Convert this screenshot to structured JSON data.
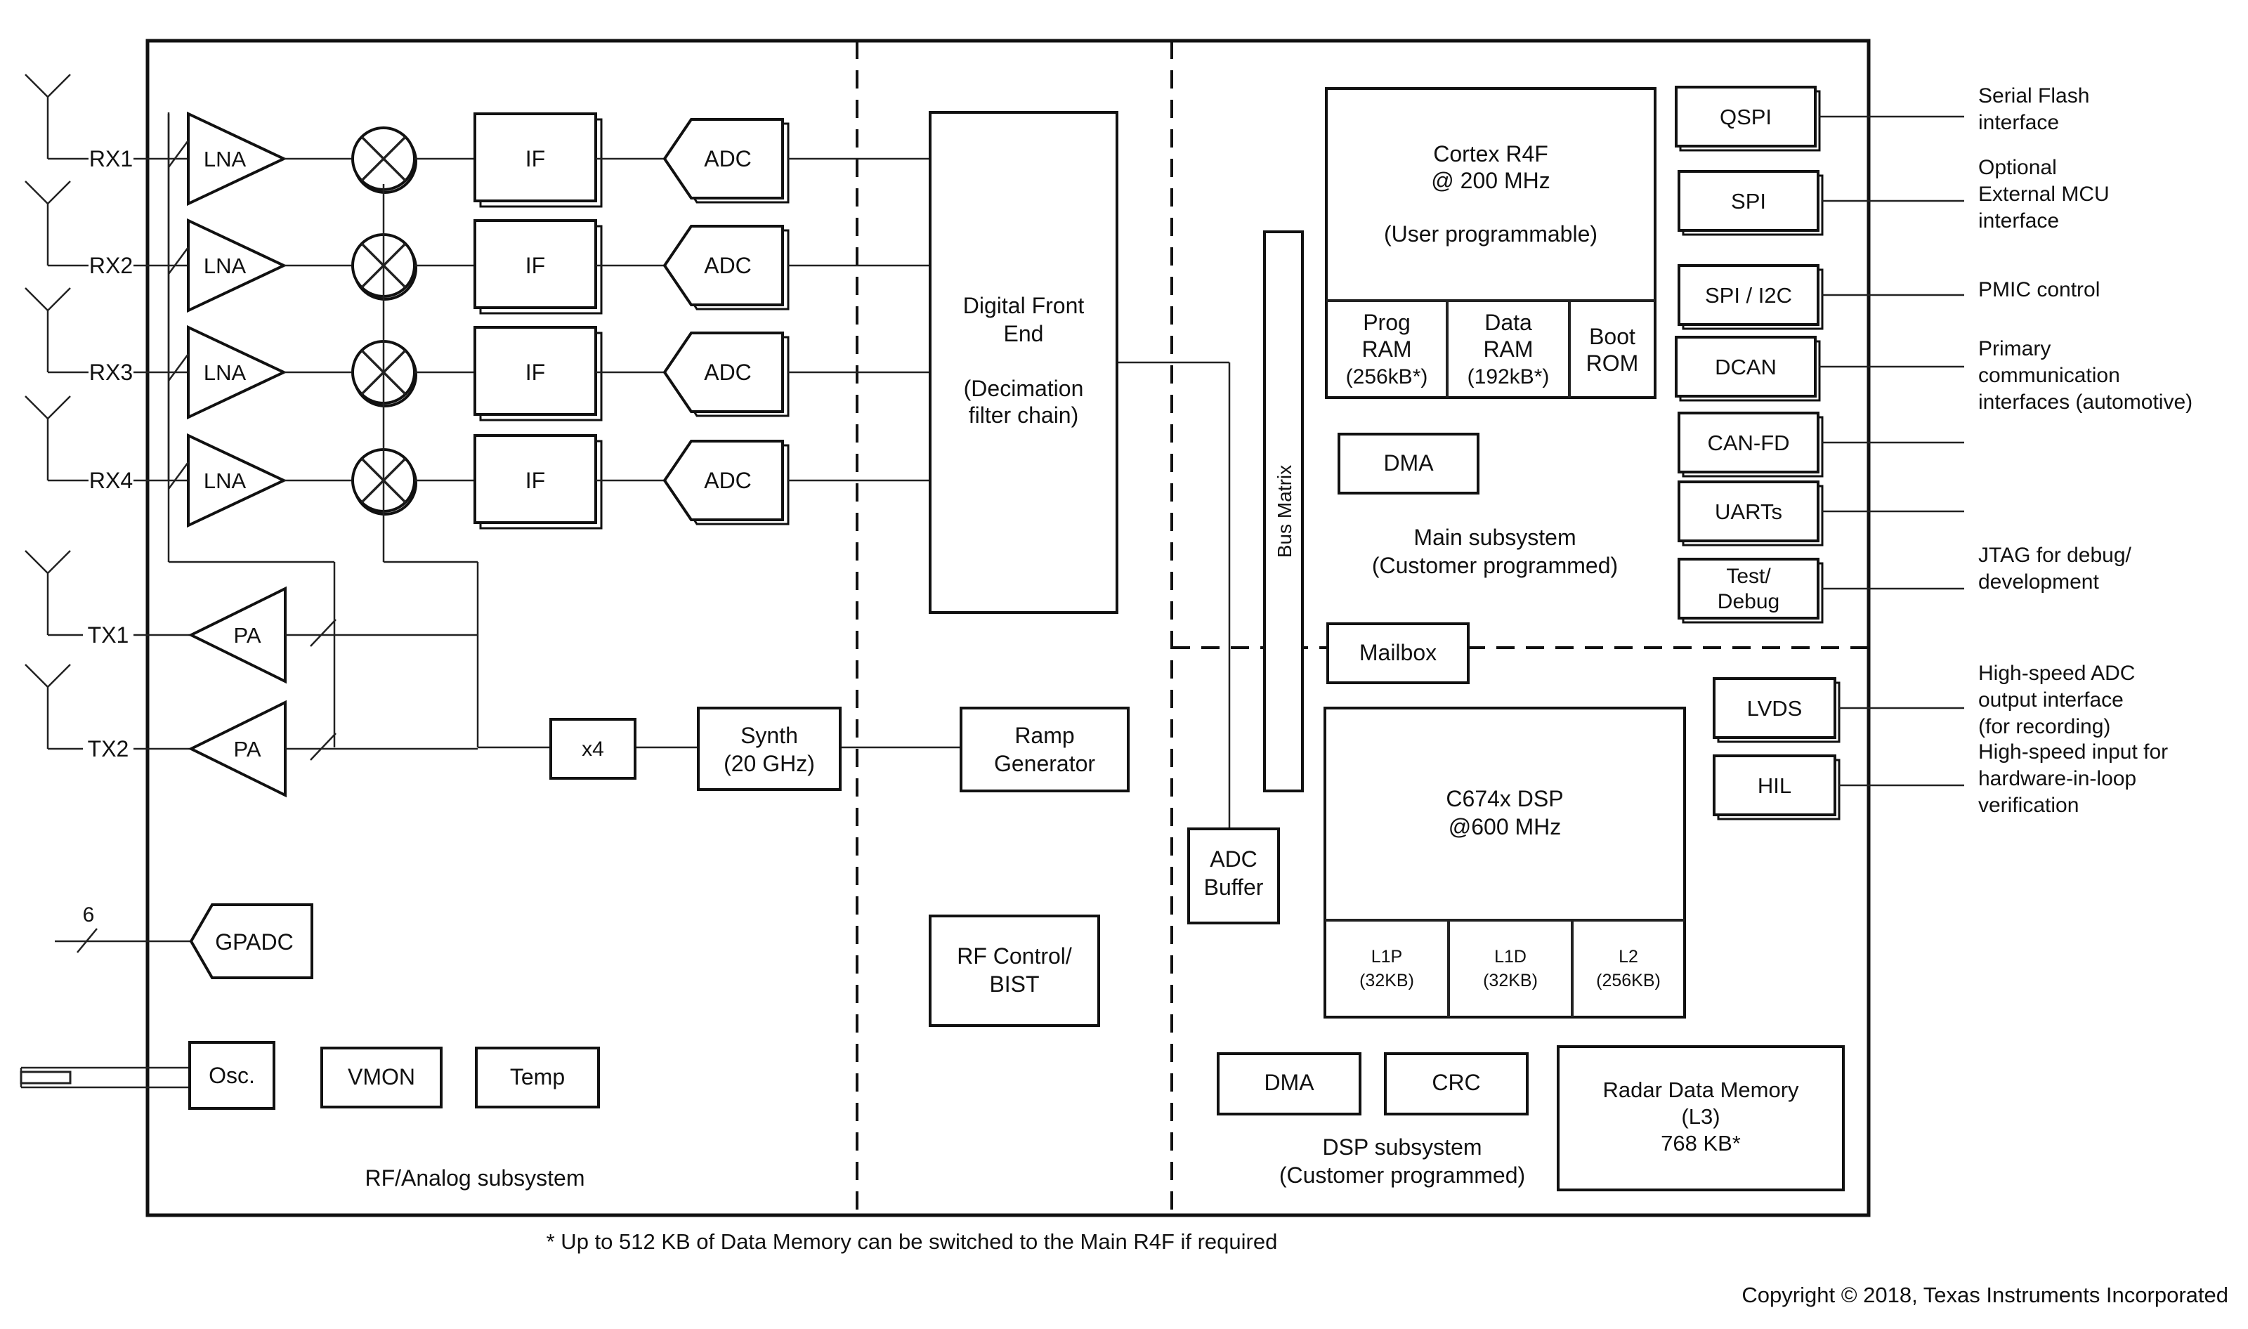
{
  "subsystems": {
    "rf": "RF/Analog subsystem",
    "main_line1": "Main subsystem",
    "main_line2": "(Customer programmed)",
    "dsp_line1": "DSP subsystem",
    "dsp_line2": "(Customer programmed)"
  },
  "rx": [
    "RX1",
    "RX2",
    "RX3",
    "RX4"
  ],
  "tx": [
    "TX1",
    "TX2"
  ],
  "blocks": {
    "lna": "LNA",
    "if": "IF",
    "adc": "ADC",
    "pa": "PA",
    "x4": "x4",
    "synth": [
      "Synth",
      "(20 GHz)"
    ],
    "ramp": [
      "Ramp",
      "Generator"
    ],
    "dfe": [
      "Digital Front",
      "End",
      "",
      "(Decimation",
      "filter chain)"
    ],
    "rf_control": [
      "RF Control/",
      "BIST"
    ],
    "gpadc": "GPADC",
    "gpadc_bus": "6",
    "osc": "Osc.",
    "vmon": "VMON",
    "temp": "Temp",
    "adc_buffer": [
      "ADC",
      "Buffer"
    ],
    "bus_matrix": "Bus Matrix",
    "cortex": [
      "Cortex R4F",
      "@ 200 MHz",
      "",
      "(User programmable)"
    ],
    "prog_ram": [
      "Prog",
      "RAM",
      "(256kB*)"
    ],
    "data_ram": [
      "Data",
      "RAM",
      "(192kB*)"
    ],
    "boot_rom": [
      "Boot",
      "ROM"
    ],
    "dma_main": "DMA",
    "mailbox": "Mailbox",
    "dsp": [
      "C674x DSP",
      "@600 MHz"
    ],
    "l1p": [
      "L1P",
      "(32KB)"
    ],
    "l1d": [
      "L1D",
      "(32KB)"
    ],
    "l2": [
      "L2",
      "(256KB)"
    ],
    "dma_dsp": "DMA",
    "crc": "CRC",
    "radar_mem": [
      "Radar Data Memory",
      "(L3)",
      "768 KB*"
    ]
  },
  "interfaces": [
    {
      "block": "QSPI",
      "desc": [
        "Serial Flash",
        "interface"
      ]
    },
    {
      "block": "SPI",
      "desc": [
        "Optional",
        "External MCU",
        "interface"
      ]
    },
    {
      "block": "SPI / I2C",
      "desc": [
        "PMIC control"
      ]
    },
    {
      "block": "DCAN",
      "desc": [
        "Primary",
        "communication",
        "interfaces (automotive)"
      ]
    },
    {
      "block": "CAN-FD",
      "desc": []
    },
    {
      "block": "UARTs",
      "desc": []
    },
    {
      "block": "Test/\nDebug",
      "desc": [
        "JTAG for debug/",
        "development"
      ]
    },
    {
      "block": "LVDS",
      "desc": [
        "High-speed ADC",
        "output interface",
        "(for recording)"
      ]
    },
    {
      "block": "HIL",
      "desc": [
        "High-speed input for",
        "hardware-in-loop",
        "verification"
      ]
    }
  ],
  "footnote": "* Up to 512 KB of Data Memory can be switched to the Main R4F if required",
  "copyright": "Copyright © 2018, Texas Instruments Incorporated"
}
